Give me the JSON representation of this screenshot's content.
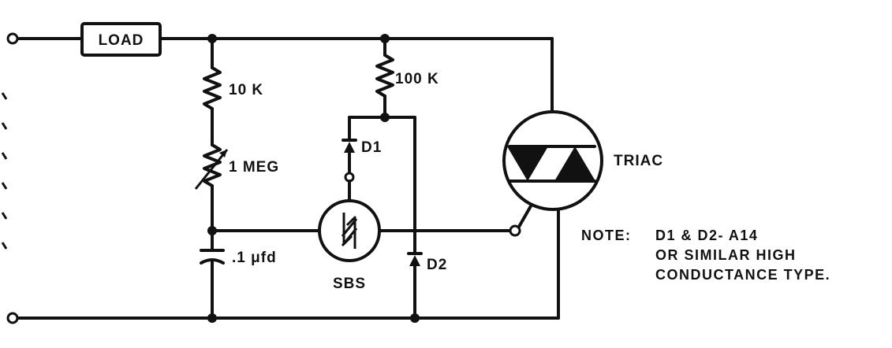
{
  "labels": {
    "load": "LOAD",
    "r1": "10 K",
    "r2": "100 K",
    "vr": "1 MEG",
    "cap": ".1 μfd",
    "d1": "D1",
    "d2": "D2",
    "sbs": "SBS",
    "triac": "TRIAC"
  },
  "note": {
    "heading": "NOTE:",
    "lines": [
      "D1 & D2- A14",
      "OR SIMILAR HIGH",
      "CONDUCTANCE TYPE."
    ]
  }
}
